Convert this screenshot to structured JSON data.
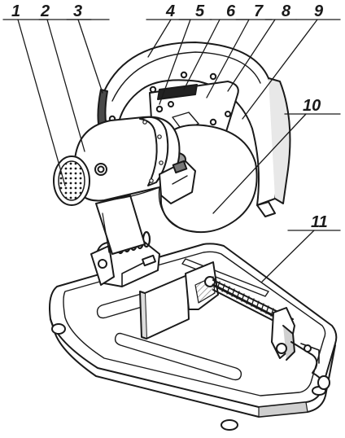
{
  "figure": {
    "description_labels": [
      "1",
      "2",
      "3",
      "4",
      "5",
      "6",
      "7",
      "8",
      "9",
      "10",
      "11"
    ]
  },
  "colors": {
    "line": "#1a1a1a",
    "shade": "#8a8a8a",
    "background": "#ffffff"
  }
}
